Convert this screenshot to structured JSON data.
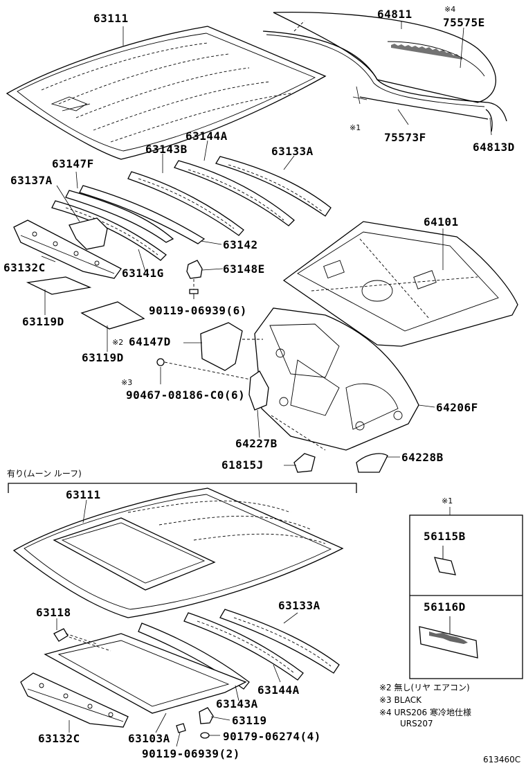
{
  "parts": {
    "p63111_top": "63111",
    "p64811": "64811",
    "p75575E": "75575E",
    "note4_mark": "※4",
    "p75573F": "75573F",
    "note1_mark_top": "※1",
    "p64813D": "64813D",
    "p63144A_top": "63144A",
    "p63143B": "63143B",
    "p63133A_top": "63133A",
    "p63147F": "63147F",
    "p63137A": "63137A",
    "p64101": "64101",
    "p63142": "63142",
    "p63132C_top": "63132C",
    "p63141G": "63141G",
    "p63148E": "63148E",
    "p90119_06939_6": "90119-06939(6)",
    "p63119D_a": "63119D",
    "p64147D": "64147D",
    "note2_mark": "※2",
    "p63119D_b": "63119D",
    "note3_mark": "※3",
    "p90467": "90467-08186-C0(6)",
    "p64206F": "64206F",
    "p64227B": "64227B",
    "p61815J": "61815J",
    "p64228B": "64228B",
    "p63111_bottom": "63111",
    "p63118": "63118",
    "p63133A_bottom": "63133A",
    "p63144A_bottom": "63144A",
    "p63143A": "63143A",
    "p63119": "63119",
    "p90179_06274": "90179-06274(4)",
    "p63132C_bottom": "63132C",
    "p63103A": "63103A",
    "p90119_06939_2": "90119-06939(2)",
    "p56115B": "56115B",
    "p56116D": "56116D",
    "note1_mark_box": "※1"
  },
  "section_label": "有り(ムーン ルーフ)",
  "notes": [
    "※2 無し(リヤ エアコン)",
    "※3 BLACK",
    "※4 URS206 寒冷地仕様",
    "URS207"
  ],
  "diagram_code": "613460C"
}
